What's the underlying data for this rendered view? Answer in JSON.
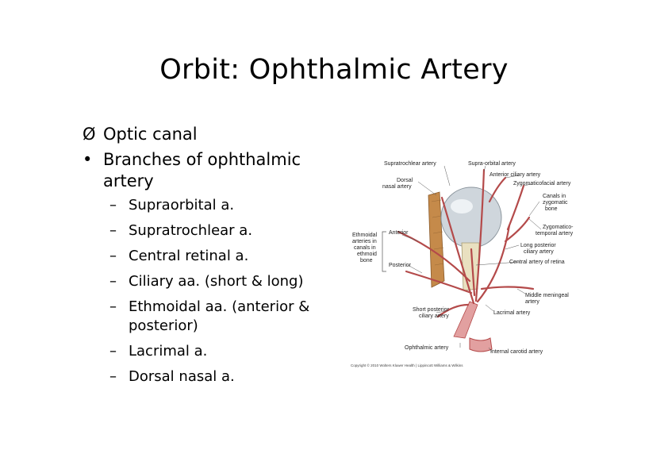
{
  "slide": {
    "title": "Orbit: Ophthalmic Artery",
    "bullets": [
      {
        "marker": "Ø",
        "text": "Optic canal"
      },
      {
        "marker": "•",
        "text": "Branches of ophthalmic artery"
      }
    ],
    "sub_bullets": [
      {
        "marker": "–",
        "text": "Supraorbital a."
      },
      {
        "marker": "–",
        "text": "Supratrochlear a."
      },
      {
        "marker": "–",
        "text": "Central retinal a."
      },
      {
        "marker": "–",
        "text": "Ciliary aa. (short & long)"
      },
      {
        "marker": "–",
        "text": "Ethmoidal aa. (anterior & posterior)"
      },
      {
        "marker": "–",
        "text": "Lacrimal a."
      },
      {
        "marker": "–",
        "text": "Dorsal nasal a."
      }
    ]
  },
  "figure": {
    "labels": {
      "supratrochlear": "Supratrochlear artery",
      "supra_orbital": "Supra-orbital artery",
      "anterior_ciliary": "Anterior ciliary artery",
      "zygomaticofacial": "Zygomaticofacial artery",
      "dorsal_nasal_1": "Dorsal",
      "dorsal_nasal_2": "nasal artery",
      "canals_1": "Canals in",
      "canals_2": "zygomatic",
      "canals_3": "bone",
      "zygomatico_temporal_1": "Zygomatico-",
      "zygomatico_temporal_2": "temporal artery",
      "ethmoidal_1": "Ethmoidal",
      "ethmoidal_2": "arteries in",
      "ethmoidal_3": "canals in",
      "ethmoidal_4": "ethmoid",
      "ethmoidal_5": "bone",
      "anterior": "Anterior",
      "posterior": "Posterior",
      "long_posterior_1": "Long posterior",
      "long_posterior_2": "ciliary artery",
      "central_retina": "Central artery of retina",
      "middle_meningeal_1": "Middle meningeal",
      "middle_meningeal_2": "artery",
      "short_posterior_1": "Short posterior",
      "short_posterior_2": "ciliary artery",
      "lacrimal": "Lacrimal artery",
      "ophthalmic": "Ophthalmic artery",
      "internal_carotid": "Internal carotid artery",
      "copyright": "Copyright © 2010 Wolters Kluwer Health | Lippincott Williams & Wilkins"
    },
    "colors": {
      "artery": "#b44a4a",
      "artery_light": "#e2a0a0",
      "eyeball": "#cfd6dc",
      "nerve": "#e9e0c0",
      "muscle": "#c58a4a",
      "bracket": "#555555"
    }
  }
}
